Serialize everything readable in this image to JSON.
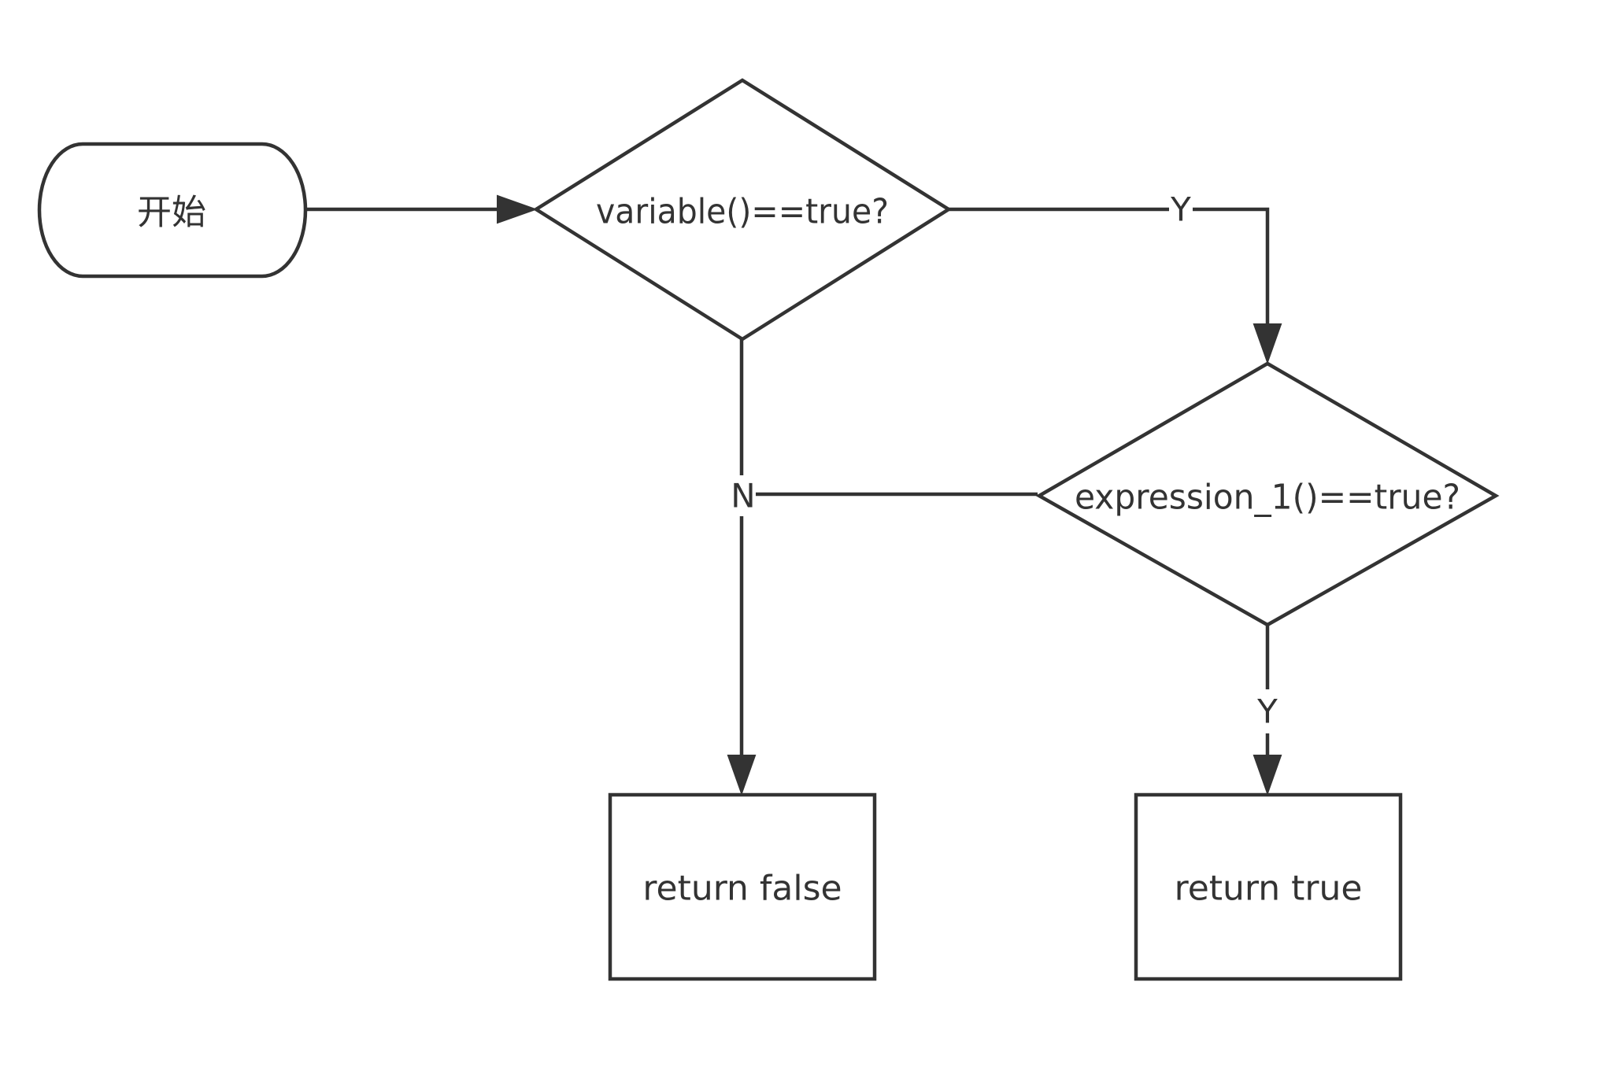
{
  "nodes": {
    "start": {
      "label": "开始"
    },
    "decision_variable": {
      "label": "variable()==true?"
    },
    "decision_expression": {
      "label": "expression_1()==true?"
    },
    "return_false": {
      "label": "return false"
    },
    "return_true": {
      "label": "return true"
    }
  },
  "edges": {
    "variable_yes": {
      "label": "Y"
    },
    "variable_no": {
      "label": "N"
    },
    "expression_yes": {
      "label": "Y"
    }
  },
  "colors": {
    "stroke": "#333333",
    "text": "#333333",
    "background": "#ffffff"
  }
}
